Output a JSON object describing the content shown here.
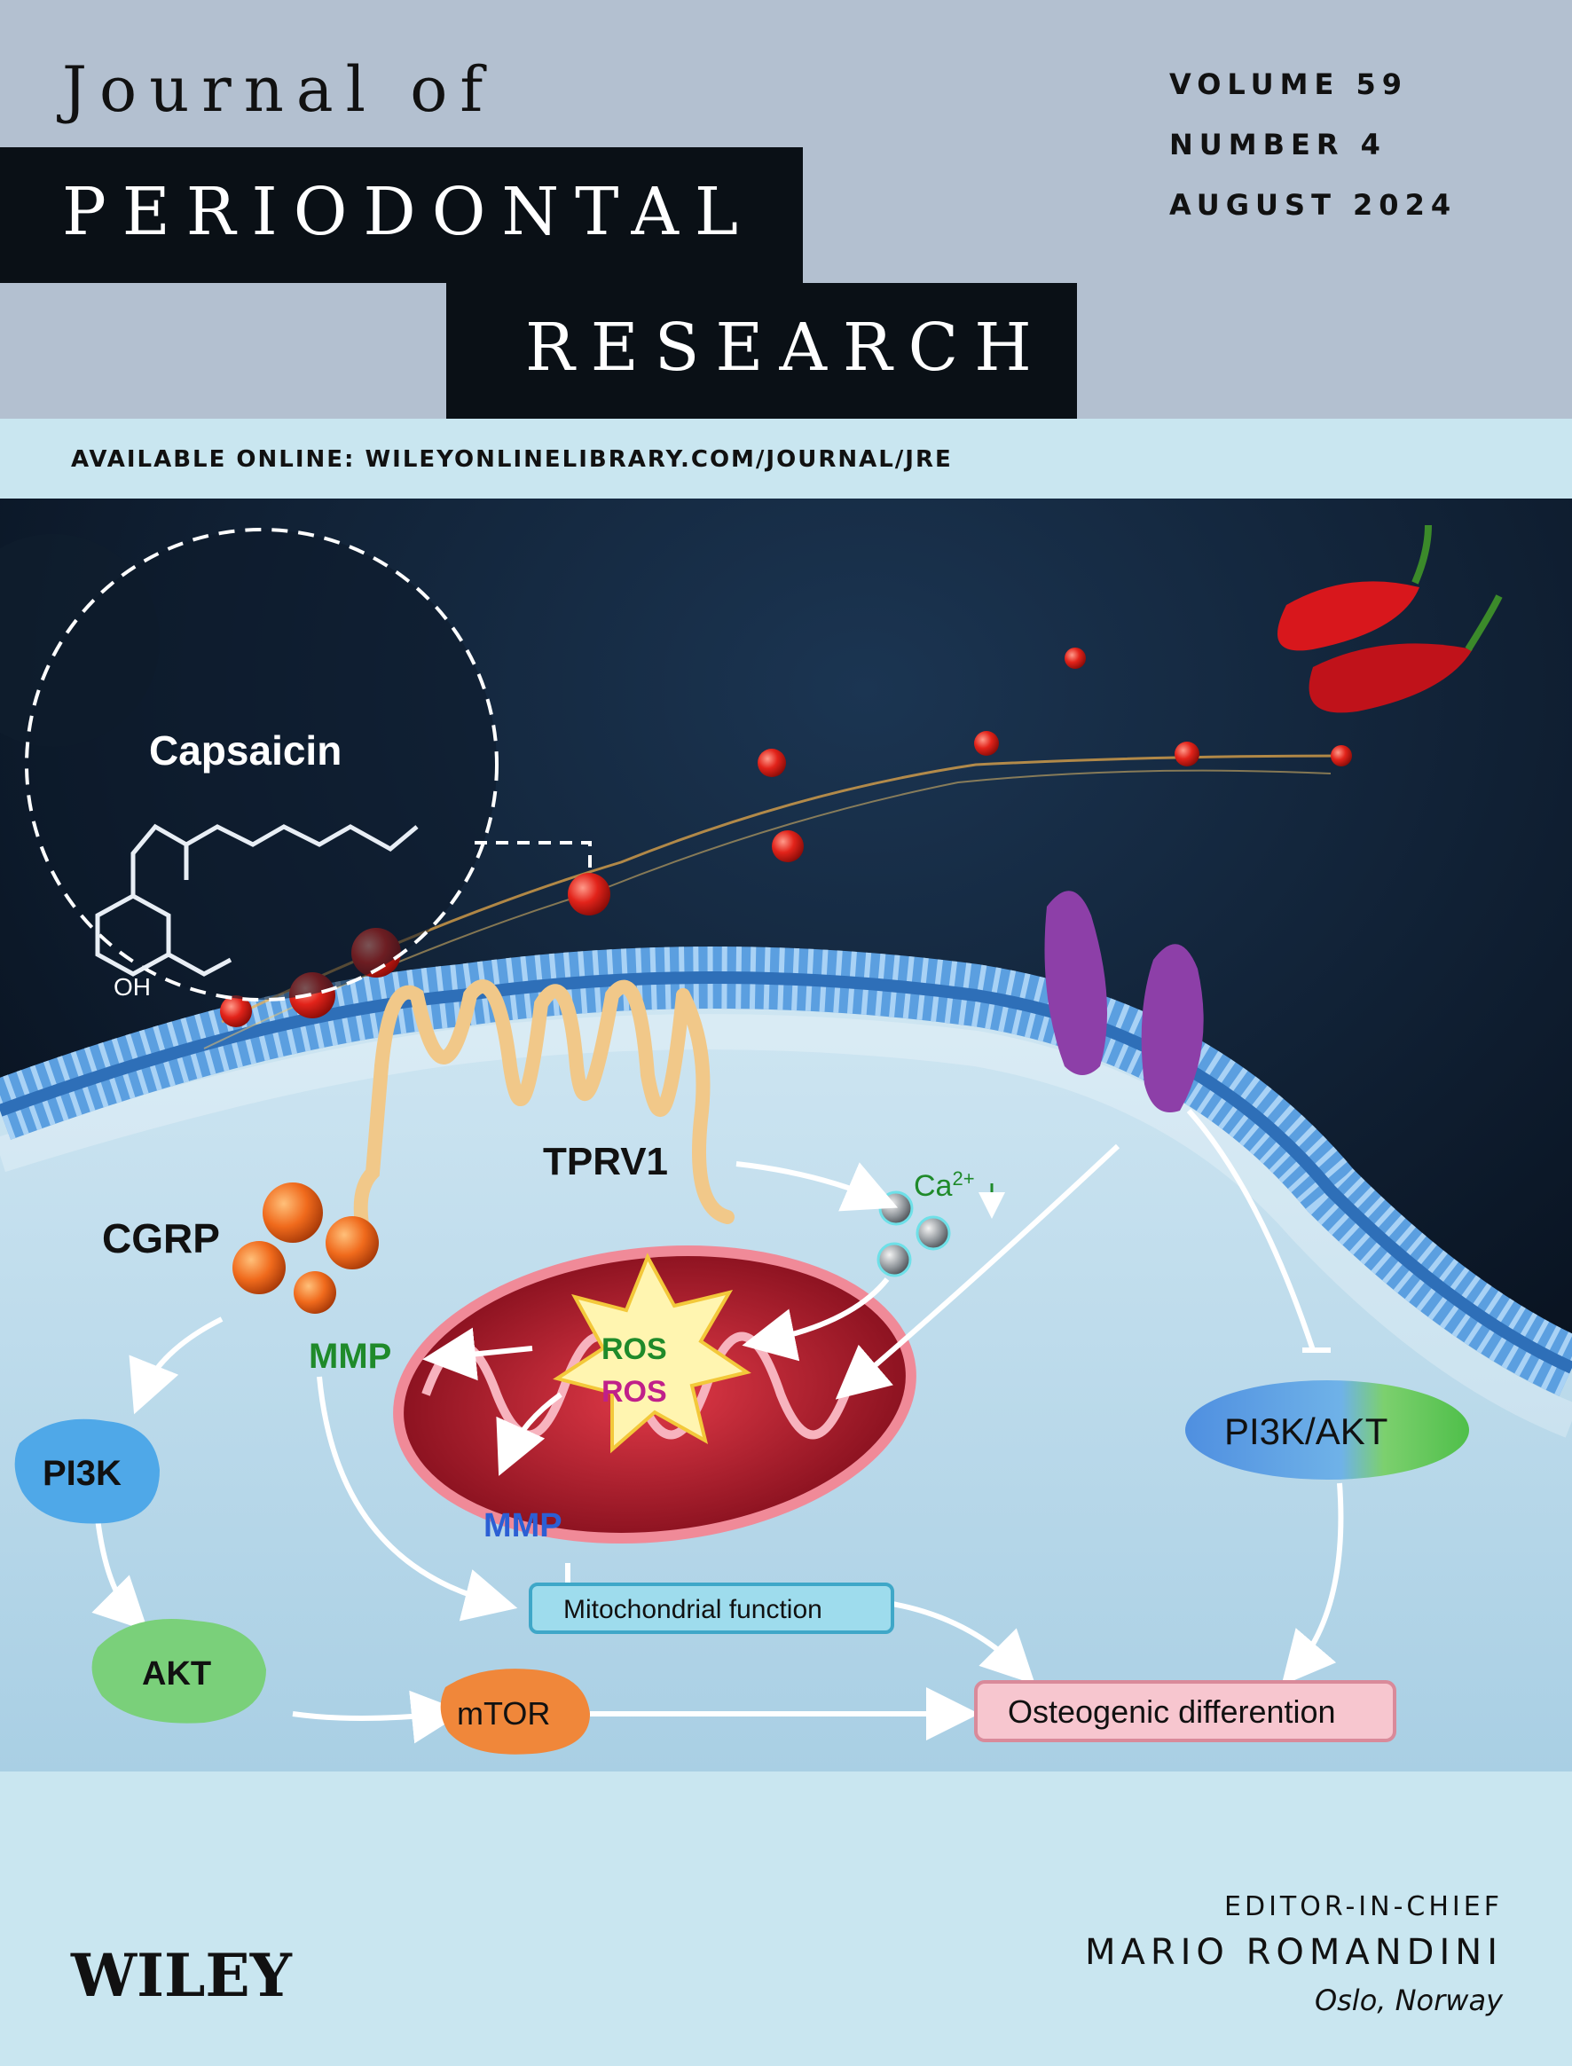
{
  "header": {
    "journal_of": "Journal of",
    "periodontal": "PERIODONTAL",
    "research": "RESEARCH",
    "volume": "VOLUME 59",
    "number": "NUMBER 4",
    "date": "AUGUST 2024"
  },
  "strip": {
    "available": "AVAILABLE ONLINE: WILEYONLINELIBRARY.COM/JOURNAL/JRE"
  },
  "figure": {
    "capsaicin": "Capsaicin",
    "oh": "OH",
    "tprv1": "TPRV1",
    "ca_base": "Ca",
    "ca_sup": "2+",
    "cgrp": "CGRP",
    "mmp_down": "MMP",
    "ros_down": "ROS",
    "ros_up": "ROS",
    "mmp_up": "MMP",
    "pi3k": "PI3K",
    "akt": "AKT",
    "mtor": "mTOR",
    "pi3k_akt": "PI3K/AKT",
    "mito_function": "Mitochondrial function",
    "osteo": "Osteogenic differention"
  },
  "footer": {
    "publisher": "WILEY",
    "eic_label": "EDITOR-IN-CHIEF",
    "eic_name": "MARIO ROMANDINI",
    "eic_location": "Oslo, Norway"
  },
  "colors": {
    "header_bg": "#b3c0d0",
    "title_bar": "#0a1016",
    "strip_bg": "#c9e6f0",
    "art_bg": "#08111f",
    "membrane": "#5b9fe0",
    "mito": "#b3182a",
    "green_label": "#1f8a2a",
    "blue_label": "#2c5fd4",
    "magenta_label": "#c0208a"
  }
}
